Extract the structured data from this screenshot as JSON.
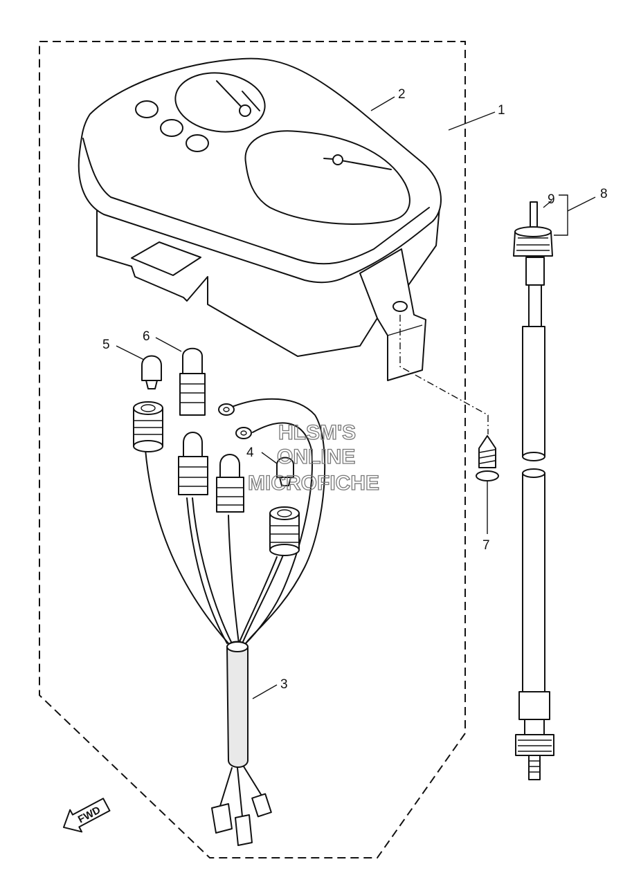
{
  "callouts": [
    "1",
    "2",
    "3",
    "4",
    "5",
    "6",
    "7",
    "8",
    "9"
  ],
  "watermark": {
    "line1": "HLSM'S",
    "line2": "ONLINE",
    "line3": "MICROFICHE"
  },
  "direction_arrow": {
    "label": "FWD",
    "icon": "forward-arrow-icon"
  }
}
